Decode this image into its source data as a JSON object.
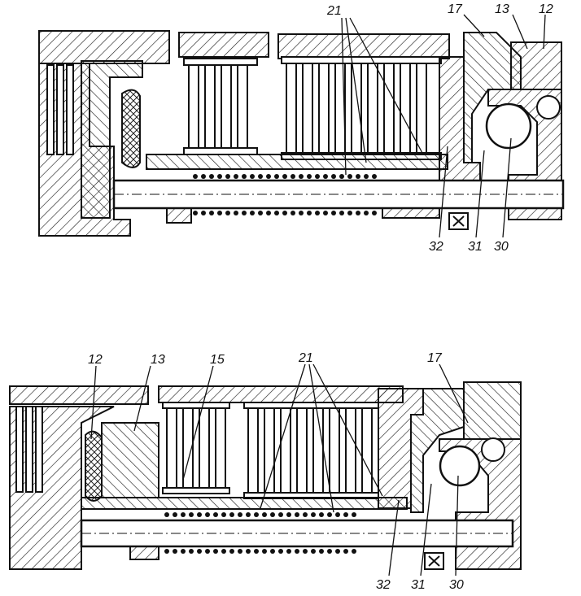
{
  "figures": [
    {
      "id": "top",
      "labels": {
        "l21": "21",
        "l17": "17",
        "l13": "13",
        "l12": "12",
        "l32": "32",
        "l31": "31",
        "l30": "30"
      }
    },
    {
      "id": "bottom",
      "labels": {
        "l12": "12",
        "l13": "13",
        "l15": "15",
        "l21": "21",
        "l17": "17",
        "l32": "32",
        "l31": "31",
        "l30": "30"
      }
    }
  ],
  "colors": {
    "ink": "#111111",
    "paper": "#ffffff"
  }
}
